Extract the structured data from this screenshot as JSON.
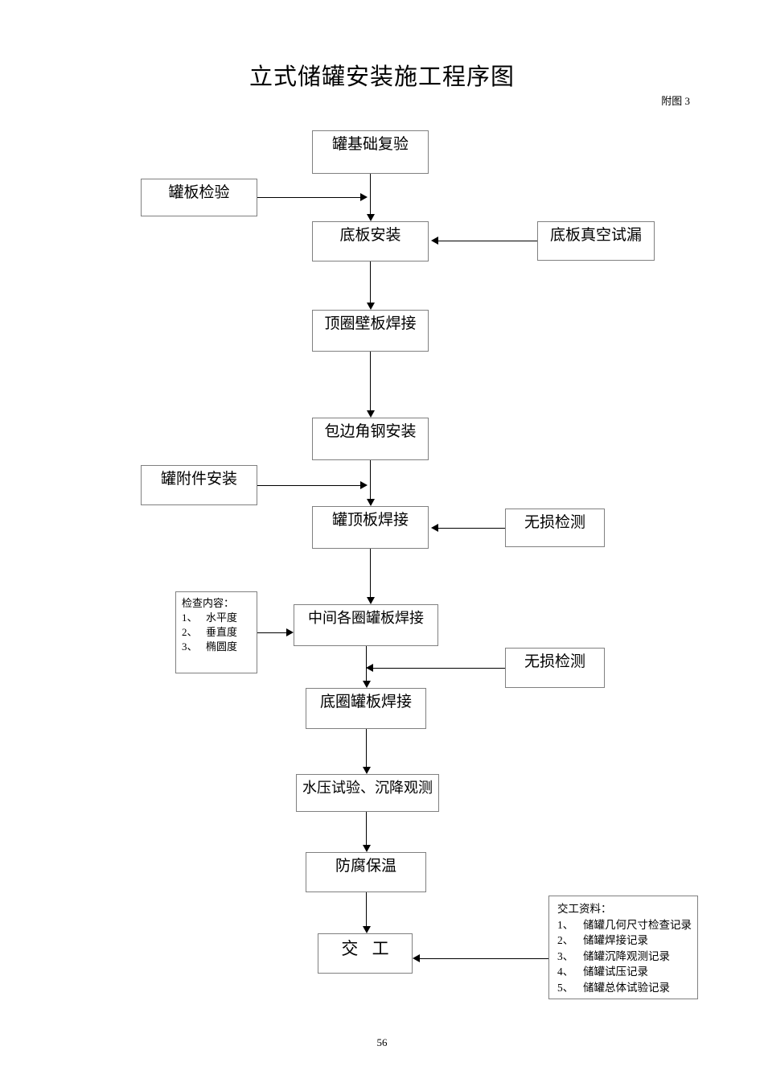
{
  "document": {
    "title": "立式储罐安装施工程序图",
    "figure_label": "附图 3",
    "page_number": "56"
  },
  "flow": {
    "nodes": [
      {
        "id": "foundation-recheck",
        "label": "罐基础复验"
      },
      {
        "id": "plate-inspection",
        "label": "罐板检验"
      },
      {
        "id": "bottom-plate-install",
        "label": "底板安装"
      },
      {
        "id": "bottom-vacuum-leak-test",
        "label": "底板真空试漏"
      },
      {
        "id": "top-ring-shell-welding",
        "label": "顶圈壁板焊接"
      },
      {
        "id": "curb-angle-install",
        "label": "包边角钢安装"
      },
      {
        "id": "tank-accessory-install",
        "label": "罐附件安装"
      },
      {
        "id": "roof-plate-welding",
        "label": "罐顶板焊接"
      },
      {
        "id": "ndt-upper",
        "label": "无损检测"
      },
      {
        "id": "middle-rings-welding",
        "label": "中间各圈罐板焊接"
      },
      {
        "id": "ndt-lower",
        "label": "无损检测"
      },
      {
        "id": "bottom-ring-welding",
        "label": "底圈罐板焊接"
      },
      {
        "id": "hydro-test-settlement",
        "label": "水压试验、沉降观测"
      },
      {
        "id": "anticorrosion-insulation",
        "label": "防腐保温"
      },
      {
        "id": "handover",
        "label": "交 工"
      }
    ],
    "inspection_note": {
      "heading": "检查内容：",
      "items": [
        {
          "index": "1、",
          "text": "水平度"
        },
        {
          "index": "2、",
          "text": "垂直度"
        },
        {
          "index": "3、",
          "text": "椭圆度"
        }
      ]
    },
    "handover_docs_note": {
      "heading": "交工资料：",
      "items": [
        {
          "index": "1、",
          "text": "储罐几何尺寸检查记录"
        },
        {
          "index": "2、",
          "text": "储罐焊接记录"
        },
        {
          "index": "3、",
          "text": "储罐沉降观测记录"
        },
        {
          "index": "4、",
          "text": "储罐试压记录"
        },
        {
          "index": "5、",
          "text": "储罐总体试验记录"
        }
      ]
    }
  }
}
